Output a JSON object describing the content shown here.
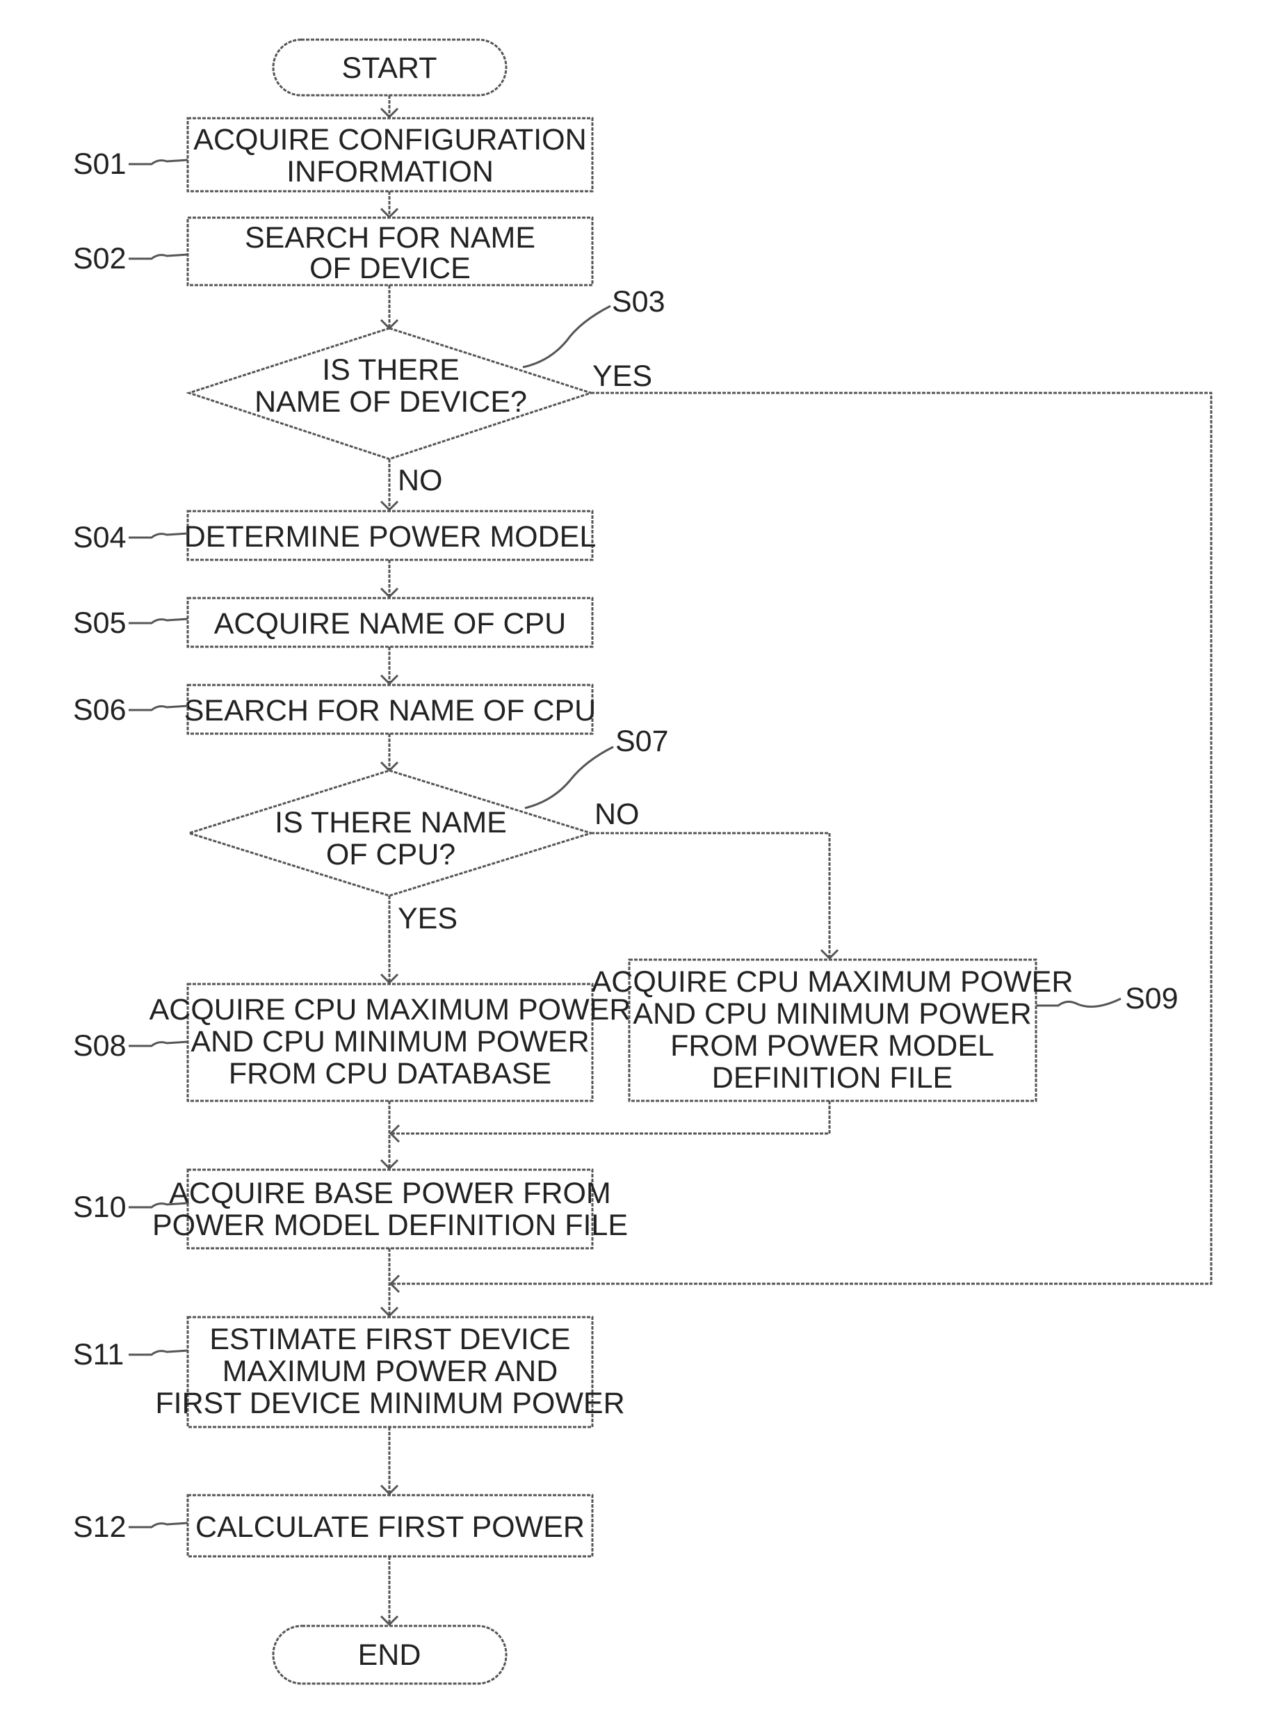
{
  "terminals": {
    "start": "START",
    "end": "END"
  },
  "steps": {
    "s01": {
      "id": "S01",
      "lines": [
        "ACQUIRE CONFIGURATION",
        "INFORMATION"
      ]
    },
    "s02": {
      "id": "S02",
      "lines": [
        "SEARCH FOR NAME",
        "OF DEVICE"
      ]
    },
    "s03": {
      "id": "S03",
      "lines": [
        "IS THERE",
        "NAME OF DEVICE?"
      ]
    },
    "s04": {
      "id": "S04",
      "lines": [
        "DETERMINE POWER MODEL"
      ]
    },
    "s05": {
      "id": "S05",
      "lines": [
        "ACQUIRE NAME OF CPU"
      ]
    },
    "s06": {
      "id": "S06",
      "lines": [
        "SEARCH FOR NAME OF CPU"
      ]
    },
    "s07": {
      "id": "S07",
      "lines": [
        "IS THERE NAME",
        "OF CPU?"
      ]
    },
    "s08": {
      "id": "S08",
      "lines": [
        "ACQUIRE CPU MAXIMUM POWER",
        "AND CPU MINIMUM POWER",
        "FROM CPU DATABASE"
      ]
    },
    "s09": {
      "id": "S09",
      "lines": [
        "ACQUIRE CPU MAXIMUM POWER",
        "AND CPU MINIMUM POWER",
        "FROM POWER MODEL",
        "DEFINITION FILE"
      ]
    },
    "s10": {
      "id": "S10",
      "lines": [
        "ACQUIRE BASE POWER FROM",
        "POWER MODEL DEFINITION FILE"
      ]
    },
    "s11": {
      "id": "S11",
      "lines": [
        "ESTIMATE FIRST DEVICE",
        "MAXIMUM POWER AND",
        "FIRST DEVICE MINIMUM POWER"
      ]
    },
    "s12": {
      "id": "S12",
      "lines": [
        "CALCULATE FIRST POWER"
      ]
    }
  },
  "branches": {
    "s03_yes": "YES",
    "s03_no": "NO",
    "s07_no": "NO",
    "s07_yes": "YES"
  }
}
